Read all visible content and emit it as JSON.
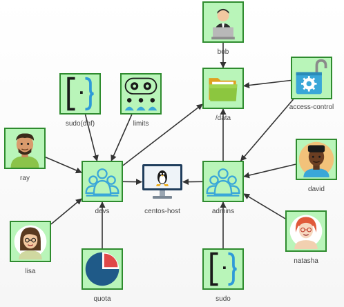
{
  "nodes": {
    "bob": {
      "label": "bob",
      "icon": "person-at-laptop-icon"
    },
    "data": {
      "label": "/data",
      "icon": "folder-icon"
    },
    "access_control": {
      "label": "access-control",
      "icon": "unlocked-padlock-gear-icon"
    },
    "sudo_dnf": {
      "label": "sudo(dnf)",
      "icon": "code-braces-icon"
    },
    "limits": {
      "label": "limits",
      "icon": "gears-team-icon"
    },
    "ray": {
      "label": "ray",
      "icon": "man-avatar-icon"
    },
    "devs": {
      "label": "devs",
      "icon": "user-group-icon"
    },
    "centos_host": {
      "label": "centos-host",
      "icon": "linux-monitor-icon"
    },
    "admins": {
      "label": "admins",
      "icon": "user-group-icon"
    },
    "david": {
      "label": "david",
      "icon": "man-avatar-icon"
    },
    "lisa": {
      "label": "lisa",
      "icon": "woman-avatar-icon"
    },
    "quota": {
      "label": "quota",
      "icon": "pie-chart-icon"
    },
    "natasha": {
      "label": "natasha",
      "icon": "woman-avatar-icon"
    },
    "sudo": {
      "label": "sudo",
      "icon": "code-braces-icon"
    }
  },
  "edges": [
    {
      "from": "bob",
      "to": "data"
    },
    {
      "from": "access_control",
      "to": "data"
    },
    {
      "from": "access_control",
      "to": "admins"
    },
    {
      "from": "sudo_dnf",
      "to": "devs"
    },
    {
      "from": "limits",
      "to": "devs"
    },
    {
      "from": "ray",
      "to": "devs"
    },
    {
      "from": "lisa",
      "to": "devs"
    },
    {
      "from": "quota",
      "to": "devs"
    },
    {
      "from": "devs",
      "to": "data"
    },
    {
      "from": "devs",
      "to": "centos_host"
    },
    {
      "from": "admins",
      "to": "centos_host"
    },
    {
      "from": "admins",
      "to": "data"
    },
    {
      "from": "david",
      "to": "admins"
    },
    {
      "from": "natasha",
      "to": "admins"
    },
    {
      "from": "sudo",
      "to": "admins"
    }
  ],
  "colors": {
    "tile_fill": "#b9f5b9",
    "tile_border": "#2e8b2e",
    "edge": "#333333",
    "label": "#444444"
  }
}
